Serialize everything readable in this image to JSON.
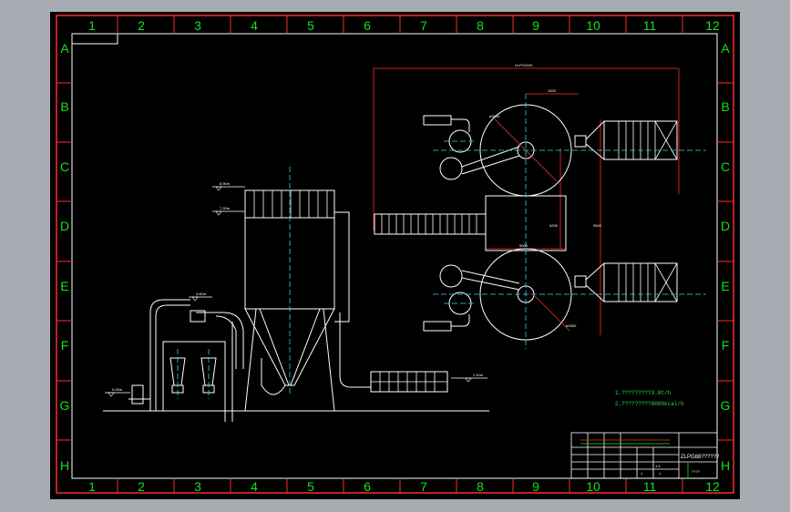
{
  "drawing": {
    "columns": [
      "1",
      "2",
      "3",
      "4",
      "5",
      "6",
      "7",
      "8",
      "9",
      "10",
      "11",
      "12"
    ],
    "rows": [
      "A",
      "B",
      "C",
      "D",
      "E",
      "F",
      "G",
      "H"
    ],
    "notes": [
      "1.?????????3.0t/h",
      "2.?????????8000kcal/h"
    ],
    "title_block": {
      "drawing_title": "ZLPG88??????",
      "sheet_label": "????",
      "scale_label": "1:4",
      "sheet_numbers": [
        "1",
        "1"
      ]
    },
    "level_marks": [
      "8.90m",
      "7.20m",
      "4.60m",
      "0.00m",
      "1.10m"
    ],
    "dimensions": [
      "H=PV4100",
      "1000",
      "ø3300",
      "5000",
      "5200",
      "9500",
      "ø3300"
    ]
  }
}
